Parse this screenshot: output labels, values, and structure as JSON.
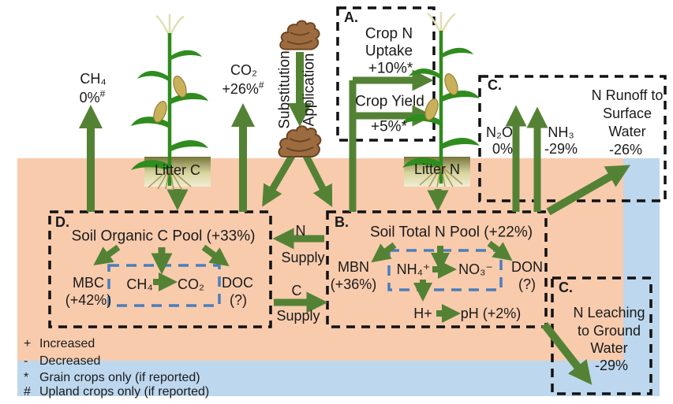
{
  "colors": {
    "soil_band": "#F8CBAD",
    "water_band": "#BDD7EE",
    "arrow_green": "#548235",
    "inner_dashed_box_blue": "#4a7ebb",
    "outer_dashed_box_black": "#111111"
  },
  "emissions": {
    "ch4": {
      "formula": "CH₄",
      "value": "0%",
      "note": "#"
    },
    "co2": {
      "formula": "CO₂",
      "value": "+26%",
      "note": "#"
    },
    "n2o": {
      "formula": "N₂O",
      "value": "0%"
    },
    "nh3": {
      "formula": "NH₃",
      "value": "-29%"
    }
  },
  "application": {
    "word1": "Substitution",
    "word2": "Application"
  },
  "litter": {
    "c": "Litter C",
    "n": "Litter N"
  },
  "box_a": {
    "label": "A.",
    "uptake_line1": "Crop N",
    "uptake_line2": "Uptake",
    "uptake_value": "+10%*",
    "yield_label": "Crop Yield",
    "yield_value": "+5%*"
  },
  "box_c_top": {
    "label": "C.",
    "runoff_line1": "N Runoff to",
    "runoff_line2": "Surface",
    "runoff_line3": "Water",
    "runoff_value": "-26%"
  },
  "box_c_bottom": {
    "label": "C.",
    "line1": "N Leaching",
    "line2": "to Ground",
    "line3": "Water",
    "value": "-29%"
  },
  "box_d": {
    "label": "D.",
    "title": "Soil Organic C Pool (+33%)",
    "mbc": "MBC",
    "mbc_value": "(+42%)",
    "ch4": "CH₄",
    "co2": "CO₂",
    "doc": "DOC",
    "doc_value": "(?)"
  },
  "box_b": {
    "label": "B.",
    "title": "Soil Total N Pool (+22%)",
    "mbn": "MBN",
    "mbn_value": "(+36%)",
    "nh4": "NH₄⁺",
    "no3": "NO₃⁻",
    "don": "DON",
    "don_value": "(?)",
    "h": "H+",
    "ph": "pH (+2%)"
  },
  "supply": {
    "n_label": "N",
    "n_word": "Supply",
    "c_label": "C",
    "c_word": "Supply"
  },
  "legend": {
    "items": [
      {
        "symbol": "+",
        "text": "Increased"
      },
      {
        "symbol": "-",
        "text": "Decreased"
      },
      {
        "symbol": "*",
        "text": "Grain crops only (if reported)"
      },
      {
        "symbol": "#",
        "text": "Upland crops only (if reported)"
      }
    ]
  }
}
